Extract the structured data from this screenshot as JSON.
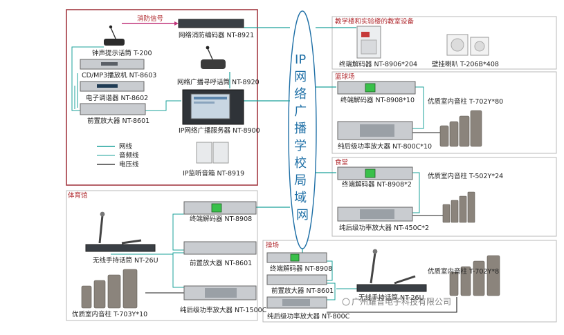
{
  "core": {
    "text": "IP网络广播学校局域网"
  },
  "control_room": {
    "fire_signal": "消防信号",
    "fire_encoder": "网络消防编码器 NT-8921",
    "chime_mic": "钟声提示话筒 T-200",
    "cd_player": "CD/MP3播放机 NT-8603",
    "tuner": "电子调谐器 NT-8602",
    "preamp": "前置放大器 NT-8601",
    "paging_mic": "网络广播寻呼话筒 NT-8920",
    "server": "IP网络广播服务器 NT-8900",
    "monitor_speaker": "IP监听音箱 NT-8919",
    "legend": [
      {
        "label": "网线",
        "color": "#1aa19a"
      },
      {
        "label": "音频线",
        "color": "#1aa19a"
      },
      {
        "label": "电压线",
        "color": "#1b1b1b"
      }
    ]
  },
  "teaching": {
    "title": "教学楼和实验楼的教室设备",
    "decoder": "终端解码器 NT-8906*204",
    "speaker": "壁挂喇叭 T-206B*408"
  },
  "court": {
    "title": "篮球场",
    "decoder": "终端解码器 NT-8908*10",
    "amp": "纯后级功率放大器 NT-800C*10",
    "speaker": "优质室内音柱 T-702Y*80"
  },
  "canteen": {
    "title": "食堂",
    "decoder": "终端解码器 NT-8908*2",
    "amp": "纯后级功率放大器 NT-450C*2",
    "speaker": "优质室内音柱 T-502Y*24"
  },
  "gym": {
    "title": "体育馆",
    "decoder": "终端解码器 NT-8908",
    "preamp": "前置放大器 NT-8601",
    "amp": "纯后级功率放大器 NT-1500C",
    "mic": "无线手持话筒 NT-26U",
    "speaker": "优质室内音柱 T-703Y*10"
  },
  "playground": {
    "title": "操场",
    "decoder": "终端解码器 NT-8908",
    "preamp": "前置放大器 NT-8601",
    "amp": "纯后级功率放大器 NT-800C",
    "mic": "无线手持话筒 NT-26U",
    "speaker": "优质室内音柱 T-702Y*8"
  },
  "watermark": "广州耀音电子科技有限公司"
}
